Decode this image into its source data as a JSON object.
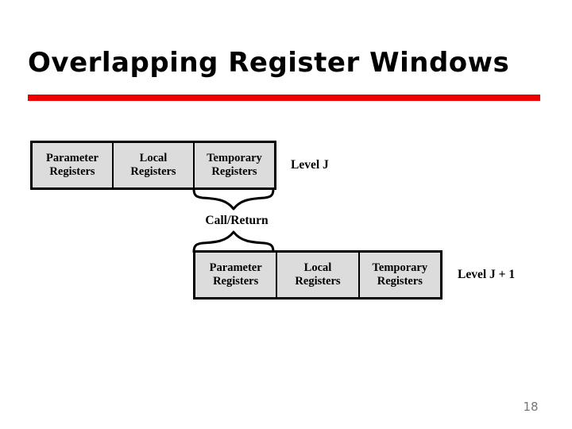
{
  "slide": {
    "title": "Overlapping Register Windows",
    "page_number": "18",
    "accent_color": "#ee0000",
    "box_fill_color": "#dcdcdc",
    "box_border_color": "#000000",
    "page_number_color": "#777777",
    "background_color": "#ffffff"
  },
  "diagram": {
    "connector_label": "Call/Return",
    "brace_top_icon": "curly-brace-down-icon",
    "brace_bottom_icon": "curly-brace-up-icon",
    "rows": [
      {
        "level_label": "Level J",
        "cells": [
          {
            "line1": "Parameter",
            "line2": "Registers"
          },
          {
            "line1": "Local",
            "line2": "Registers"
          },
          {
            "line1": "Temporary",
            "line2": "Registers"
          }
        ]
      },
      {
        "level_label": "Level J + 1",
        "cells": [
          {
            "line1": "Parameter",
            "line2": "Registers"
          },
          {
            "line1": "Local",
            "line2": "Registers"
          },
          {
            "line1": "Temporary",
            "line2": "Registers"
          }
        ]
      }
    ]
  }
}
